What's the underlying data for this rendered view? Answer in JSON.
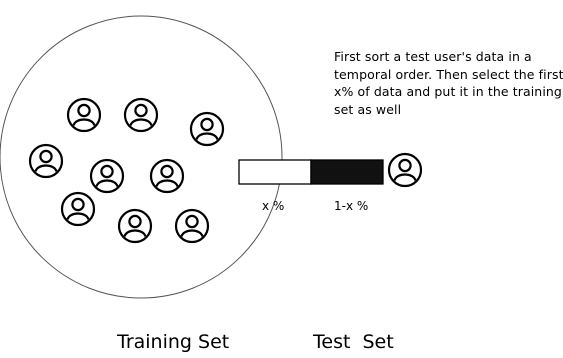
{
  "description": "First sort a test user's data in a temporal order. Then select the first x% of data and put it in the training set as well",
  "split": {
    "train_label": "x %",
    "test_label": "1-x %",
    "train_color": "#ffffff",
    "test_color": "#111111"
  },
  "labels": {
    "training_set": "Training Set",
    "test_set": "Test  Set"
  },
  "icons": {
    "training_user_count": 9,
    "icon_name": "user-icon"
  }
}
